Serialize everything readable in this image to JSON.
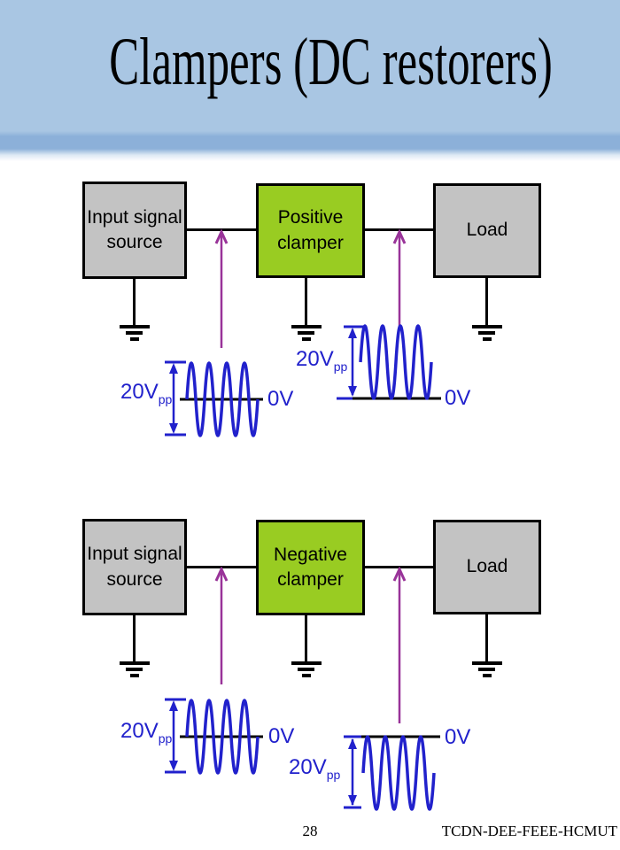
{
  "slide": {
    "title": "Clampers (DC restorers)",
    "page_number": "28",
    "footer_right": "TCDN-DEE-FEEE-HCMUT"
  },
  "colors": {
    "header_fill": "#a9c6e3",
    "header_stripe": "#8cb0d9",
    "box_gray": "#c3c3c3",
    "box_green": "#99cc22",
    "box_border": "#000000",
    "wire": "#000000",
    "probe_arrow": "#993399",
    "waveform_blue": "#2121cc",
    "label_blue": "#2121cc",
    "zero_line": "#000000"
  },
  "diagrams": [
    {
      "id": "positive-clamper",
      "blocks": [
        {
          "line1": "Input signal",
          "line2": "source"
        },
        {
          "line1": "Positive",
          "line2": "clamper"
        },
        {
          "line1": "Load",
          "line2": ""
        }
      ],
      "waveforms": [
        {
          "role": "input",
          "amplitude": "20V",
          "amplitude_subscript": "pp",
          "reference": "0V",
          "shape": "sine centered on 0V, 4 cycles"
        },
        {
          "role": "output",
          "amplitude": "20V",
          "amplitude_subscript": "pp",
          "reference": "0V",
          "shape": "sine shifted fully above 0V, 4 cycles"
        }
      ]
    },
    {
      "id": "negative-clamper",
      "blocks": [
        {
          "line1": "Input signal",
          "line2": "source"
        },
        {
          "line1": "Negative",
          "line2": "clamper"
        },
        {
          "line1": "Load",
          "line2": ""
        }
      ],
      "waveforms": [
        {
          "role": "input",
          "amplitude": "20V",
          "amplitude_subscript": "pp",
          "reference": "0V",
          "shape": "sine centered on 0V, 4 cycles"
        },
        {
          "role": "output",
          "amplitude": "20V",
          "amplitude_subscript": "pp",
          "reference": "0V",
          "shape": "sine shifted fully below 0V, 4 cycles"
        }
      ]
    }
  ]
}
